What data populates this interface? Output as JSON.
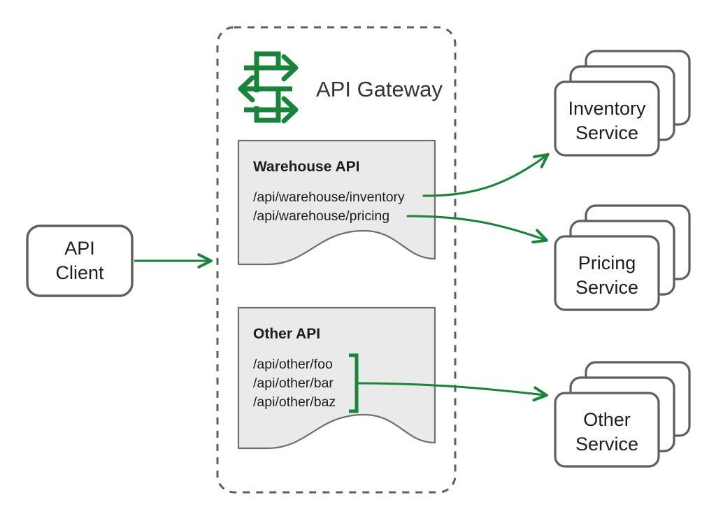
{
  "diagram": {
    "title": "API Gateway routing diagram",
    "colors": {
      "arrow_green": "#1a8438",
      "icon_green": "#18833a",
      "node_stroke": "#5e5e5e",
      "doc_stroke": "#6f6f6f",
      "doc_fill": "#eaeaea",
      "dashed_border": "#5e5e5e",
      "text": "#1d1d1d",
      "background": "#ffffff"
    }
  },
  "client": {
    "name": "api-client",
    "label_line1": "API",
    "label_line2": "Client"
  },
  "gateway": {
    "name": "api-gateway",
    "title": "API Gateway",
    "icon": "api-gateway-icon",
    "apis": [
      {
        "name": "warehouse-api",
        "title": "Warehouse API",
        "paths": [
          "/api/warehouse/inventory",
          "/api/warehouse/pricing"
        ],
        "grouped": false
      },
      {
        "name": "other-api",
        "title": "Other API",
        "paths": [
          "/api/other/foo",
          "/api/other/bar",
          "/api/other/baz"
        ],
        "grouped": true
      }
    ]
  },
  "services": [
    {
      "name": "inventory-service",
      "label_line1": "Inventory",
      "label_line2": "Service",
      "stack_count": 3
    },
    {
      "name": "pricing-service",
      "label_line1": "Pricing",
      "label_line2": "Service",
      "stack_count": 3
    },
    {
      "name": "other-service",
      "label_line1": "Other",
      "label_line2": "Service",
      "stack_count": 3
    }
  ],
  "connections": [
    {
      "name": "client-to-gateway",
      "from": "api-client",
      "to": "api-gateway",
      "style": "straight-arrow"
    },
    {
      "name": "inventory-path-to-inventory-service",
      "from": "/api/warehouse/inventory",
      "to": "inventory-service",
      "style": "curved-arrow"
    },
    {
      "name": "pricing-path-to-pricing-service",
      "from": "/api/warehouse/pricing",
      "to": "pricing-service",
      "style": "curved-arrow"
    },
    {
      "name": "other-paths-to-other-service",
      "from": "/api/other/*",
      "to": "other-service",
      "style": "bracket-arrow"
    }
  ]
}
